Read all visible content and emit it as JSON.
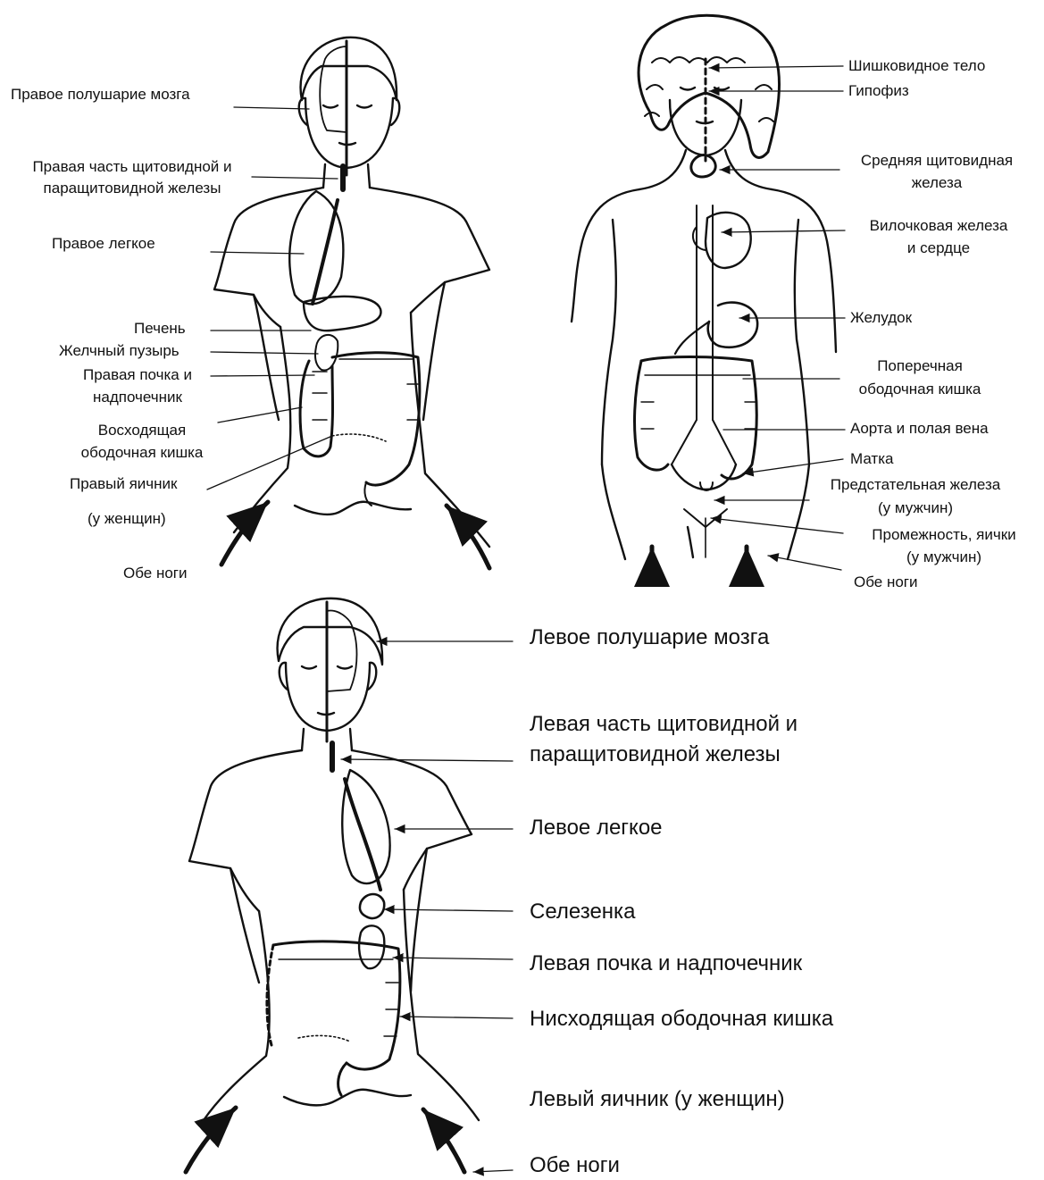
{
  "figure_right_side": {
    "labels": {
      "right_hemisphere": "Правое полушарие мозга",
      "thyroid_line1": "Правая часть щитовидной и",
      "thyroid_line2": "паращитовидной железы",
      "right_lung": "Правое легкое",
      "liver": "Печень",
      "gallbladder": "Желчный пузырь",
      "kidney_line1": "Правая почка и",
      "kidney_line2": "надпочечник",
      "ascending_line1": "Восходящая",
      "ascending_line2": "ободочная кишка",
      "ovary_line1": "Правый яичник",
      "ovary_line2": "(у женщин)",
      "legs": "Обе ноги"
    }
  },
  "figure_center_line": {
    "labels": {
      "pineal": "Шишковидное тело",
      "pituitary": "Гипофиз",
      "mid_thyroid_line1": "Средняя щитовидная",
      "mid_thyroid_line2": "железа",
      "thymus_line1": "Вилочковая железа",
      "thymus_line2": "и сердце",
      "stomach": "Желудок",
      "transverse_line1": "Поперечная",
      "transverse_line2": "ободочная кишка",
      "aorta": "Аорта и полая вена",
      "uterus": "Матка",
      "prostate_line1": "Предстательная железа",
      "prostate_line2": "(у мужчин)",
      "perineum_line1": "Промежность, яички",
      "perineum_line2": "(у мужчин)",
      "legs": "Обе ноги"
    }
  },
  "figure_left_side": {
    "labels": {
      "left_hemisphere": "Левое полушарие мозга",
      "thyroid_line1": "Левая часть щитовидной и",
      "thyroid_line2": "паращитовидной  железы",
      "left_lung": "Левое  легкое",
      "spleen": "Селезенка",
      "kidney": "Левая почка и надпочечник",
      "descending": "Нисходящая ободочная кишка",
      "ovary": "Левый яичник (у женщин)",
      "legs": "Обе ноги"
    }
  }
}
